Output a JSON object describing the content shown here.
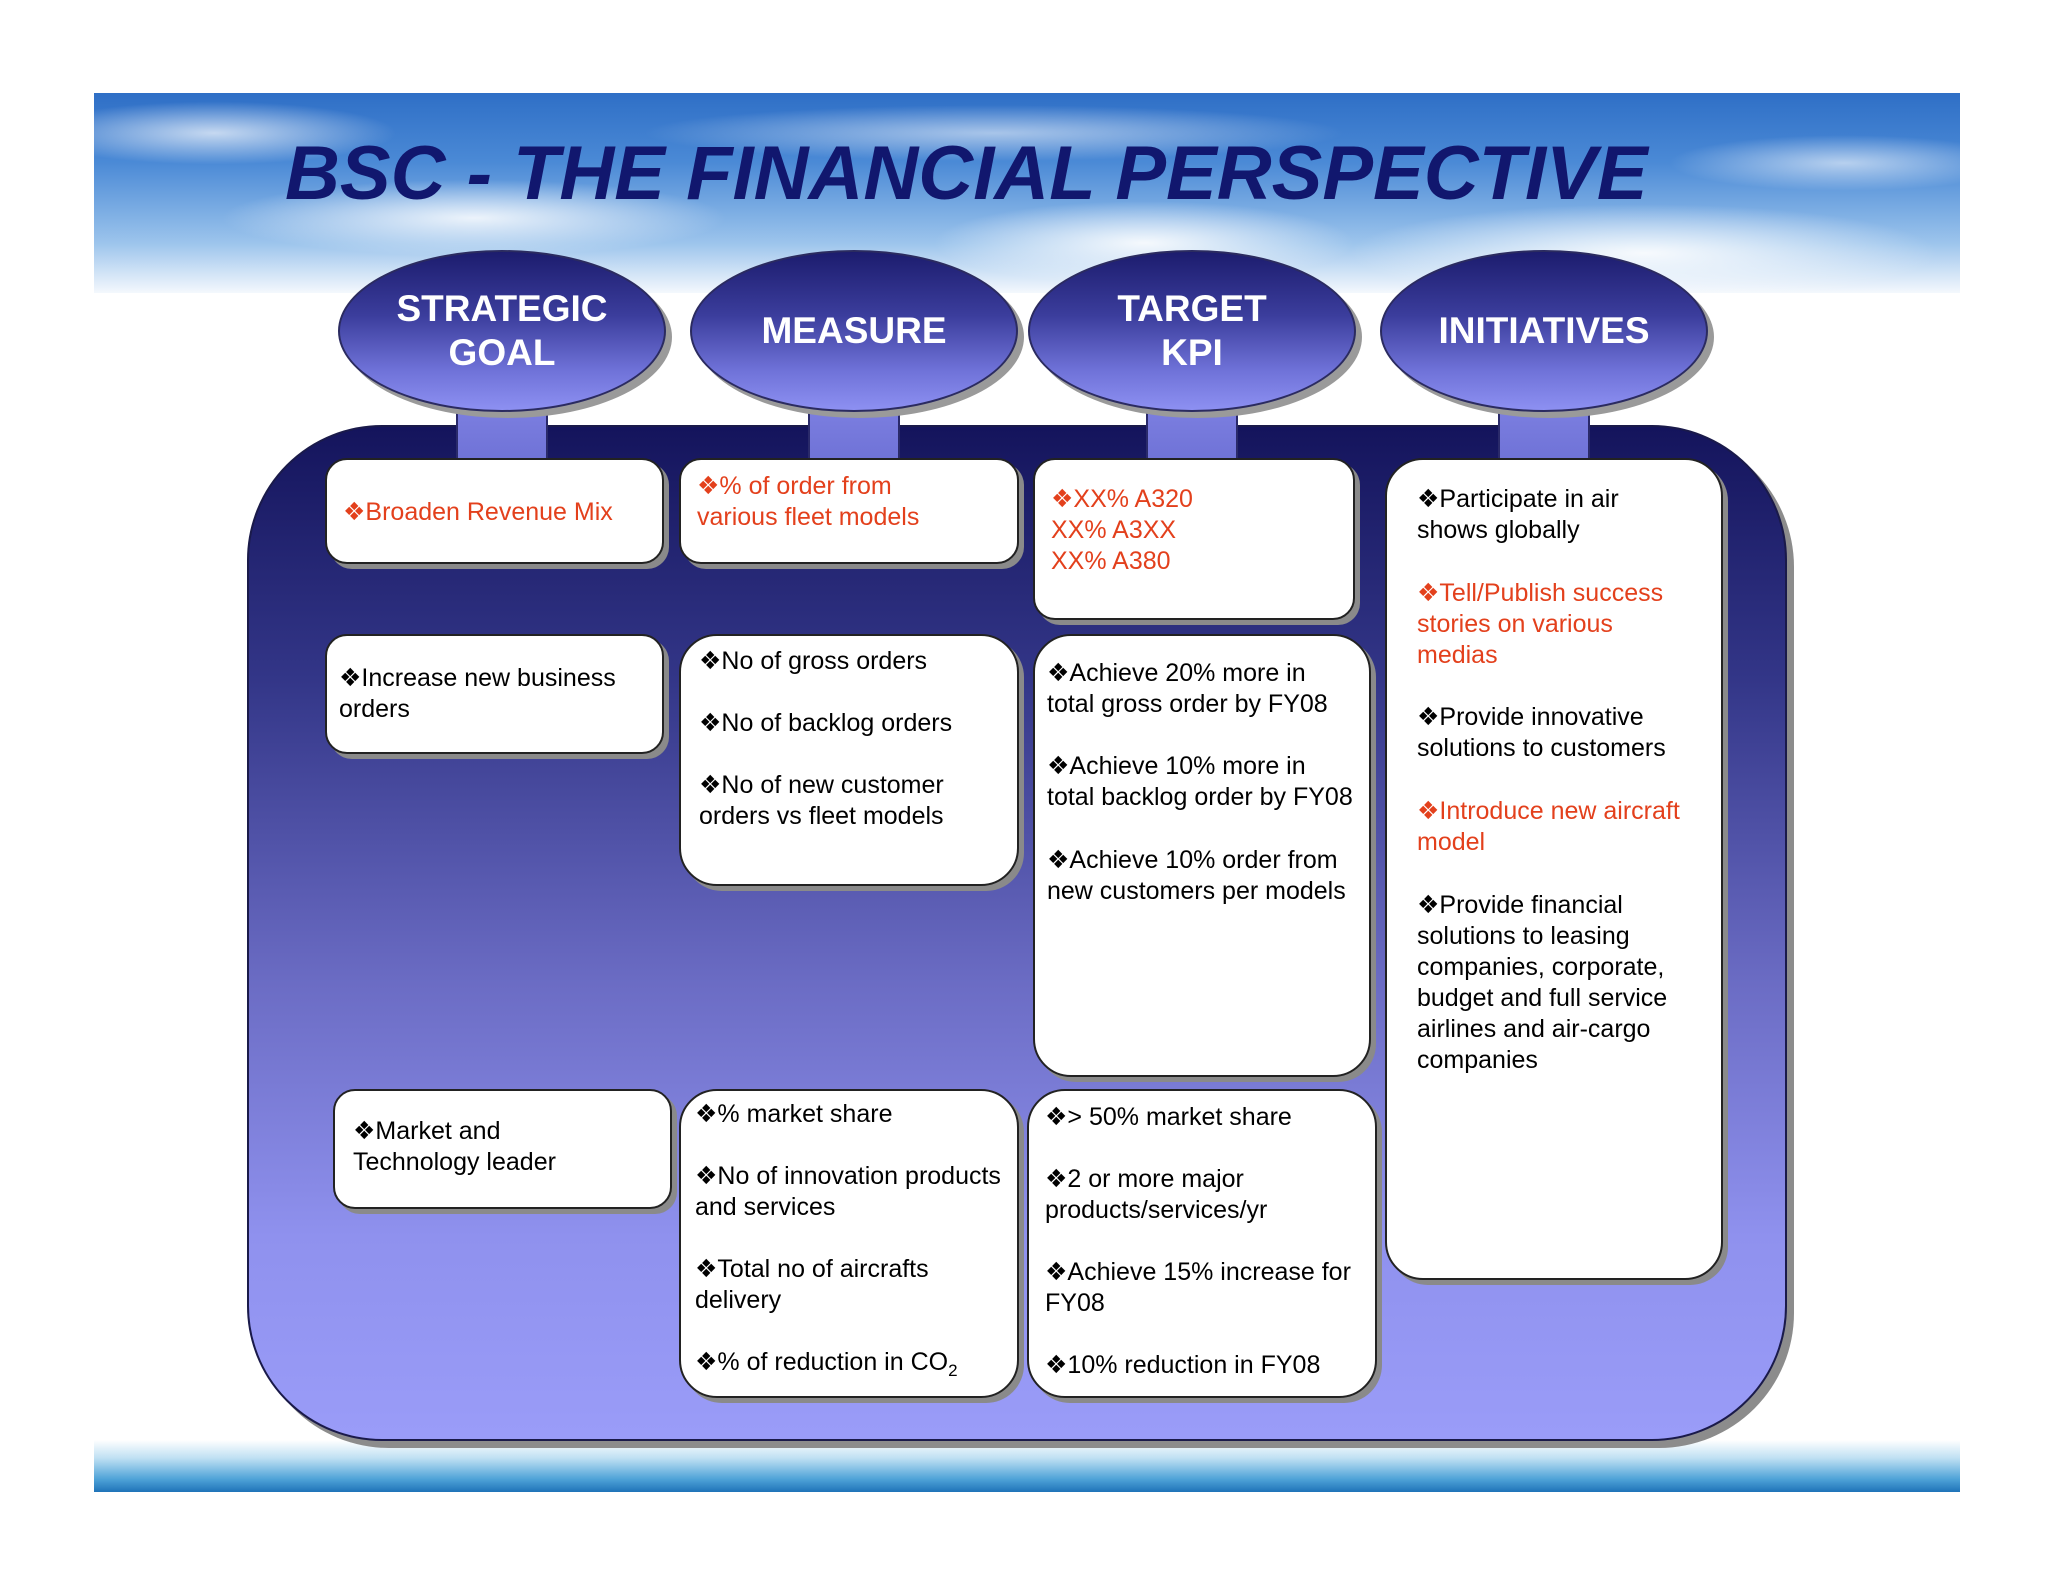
{
  "title": "BSC - THE FINANCIAL PERSPECTIVE",
  "headers": [
    "STRATEGIC\nGOAL",
    "MEASURE",
    "TARGET\nKPI",
    "INITIATIVES"
  ],
  "goals": {
    "g1": "❖Broaden Revenue Mix",
    "g2": "❖Increase new business\norders",
    "g3": "❖Market and\nTechnology leader"
  },
  "measures": {
    "m1": "❖% of order from\n   various fleet models",
    "m2a": "❖No of gross orders",
    "m2b": "❖No of backlog orders",
    "m2c": "❖No of new customer\norders vs fleet models",
    "m3a": "❖% market share",
    "m3b": "❖No of innovation products\nand services",
    "m3c": "❖Total no of aircrafts\ndelivery",
    "m3d": "❖% of reduction in CO",
    "m3d_sub": "2"
  },
  "targets": {
    "t1": "❖XX% A320\n   XX% A3XX\n   XX% A380",
    "t2a": "❖Achieve 20% more in\ntotal gross order by FY08",
    "t2b": "❖Achieve 10% more in\ntotal backlog order by FY08",
    "t2c": "❖Achieve 10% order from\nnew customers per models",
    "t3a": "❖> 50% market share",
    "t3b": "❖2 or more major\nproducts/services/yr",
    "t3c": "❖Achieve 15% increase for\nFY08",
    "t3d": "❖10% reduction in FY08"
  },
  "initiatives": {
    "i1": "❖Participate in air\nshows globally",
    "i2": "❖Tell/Publish success\nstories on various\nmedias",
    "i3": "❖Provide innovative\nsolutions to customers",
    "i4": "❖Introduce new aircraft\nmodel",
    "i5": "❖Provide financial\nsolutions to leasing\ncompanies, corporate,\nbudget and full service\nairlines and air-cargo\ncompanies"
  },
  "colors": {
    "title": "#11176e",
    "highlight_text": "#e3401c",
    "panel_top": "#14145c",
    "panel_bottom": "#9a9cf8"
  }
}
